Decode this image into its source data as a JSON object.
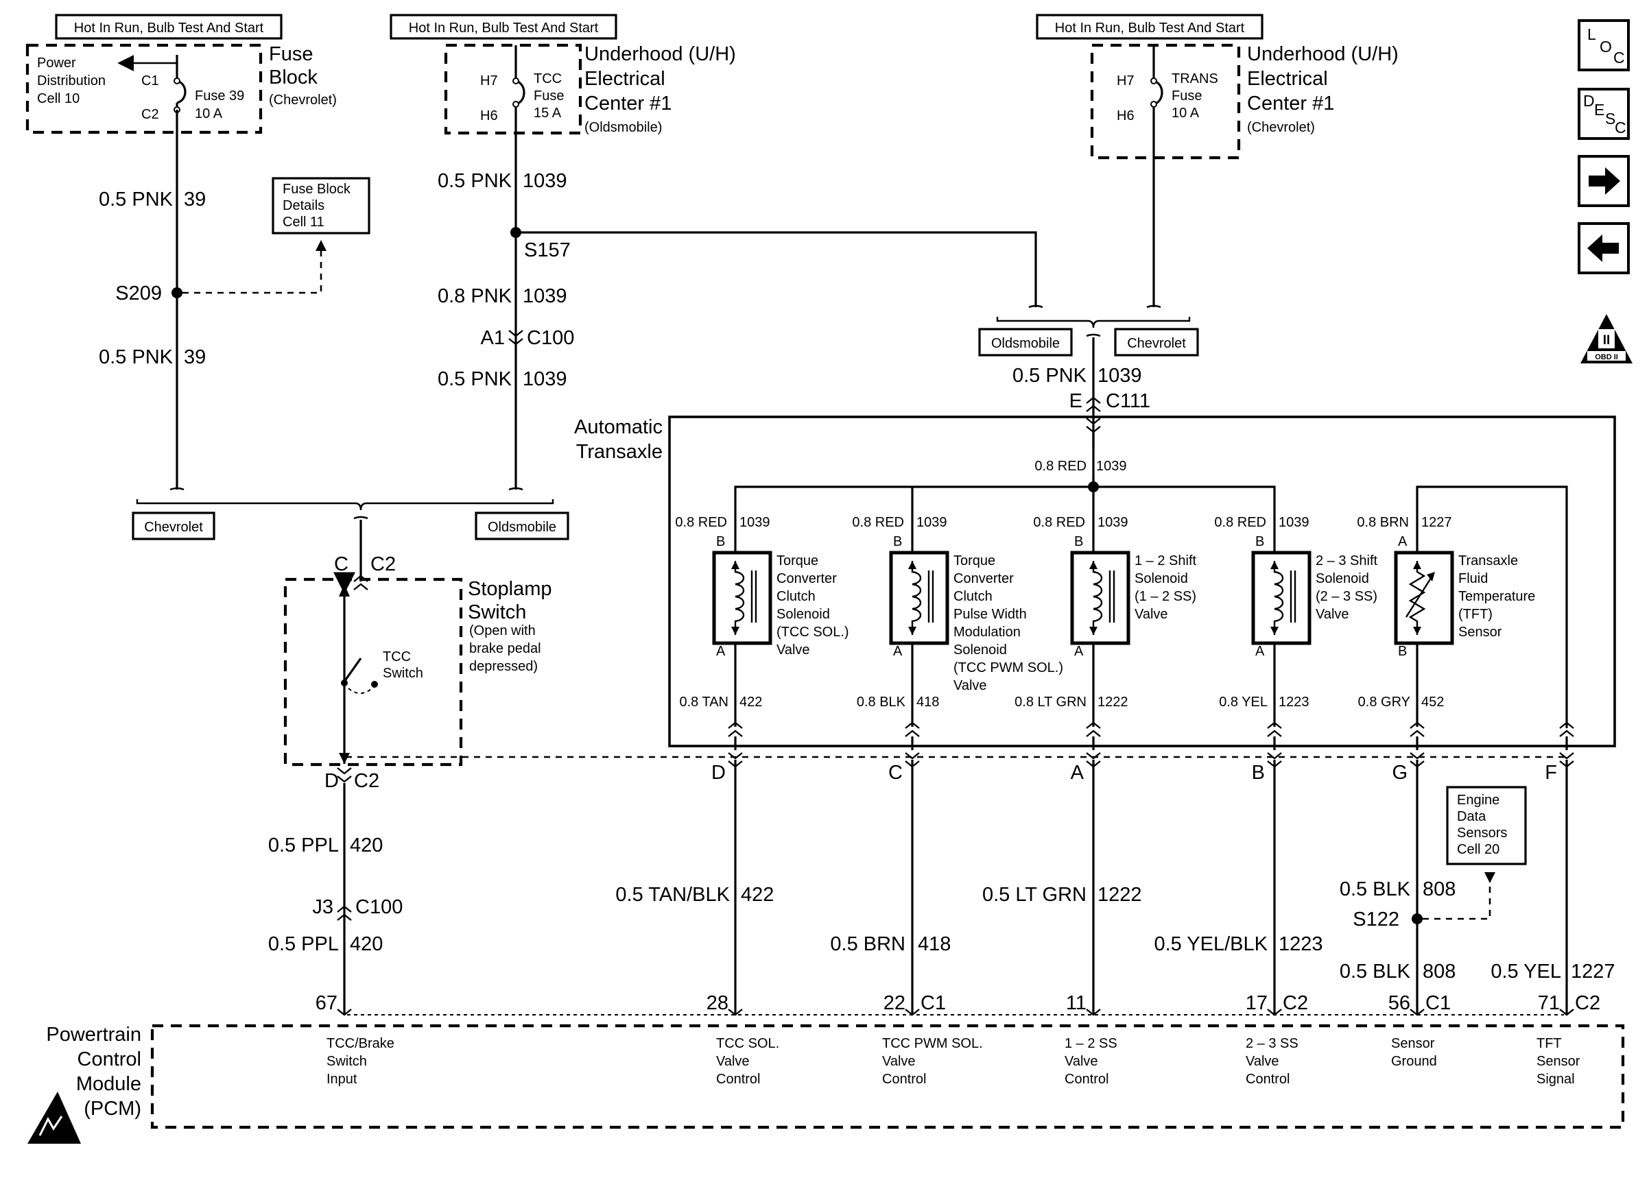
{
  "header_boxes": [
    "Hot In Run, Bulb Test And Start",
    "Hot In Run, Bulb Test And Start",
    "Hot In Run, Bulb Test And Start"
  ],
  "fuse_block": {
    "name": [
      "Fuse",
      "Block"
    ],
    "sub": "(Chevrolet)",
    "pdc": [
      "Power",
      "Distribution",
      "Cell 10"
    ],
    "c1": "C1",
    "c2": "C2",
    "fuse": [
      "Fuse 39",
      "10 A"
    ]
  },
  "uh_olds": {
    "name": [
      "Underhood (U/H)",
      "Electrical",
      "Center #1"
    ],
    "sub": "(Oldsmobile)",
    "h7": "H7",
    "h6": "H6",
    "fuse": [
      "TCC",
      "Fuse",
      "15 A"
    ]
  },
  "uh_chev": {
    "name": [
      "Underhood (U/H)",
      "Electrical",
      "Center #1"
    ],
    "sub": "(Chevrolet)",
    "h7": "H7",
    "h6": "H6",
    "fuse": [
      "TRANS",
      "Fuse",
      "10 A"
    ]
  },
  "wires_left": {
    "w1": [
      "0.5 PNK",
      "39"
    ],
    "splice": "S209",
    "w2": [
      "0.5 PNK",
      "39"
    ],
    "fb_details": [
      "Fuse Block",
      "Details",
      "Cell 11"
    ]
  },
  "wires_mid": {
    "w1": [
      "0.5 PNK",
      "1039"
    ],
    "splice": "S157",
    "w2": [
      "0.8 PNK",
      "1039"
    ],
    "conn": [
      "A1",
      "C100"
    ],
    "w3": [
      "0.5 PNK",
      "1039"
    ]
  },
  "option_labels": {
    "chevrolet": "Chevrolet",
    "oldsmobile": "Oldsmobile"
  },
  "stoplamp": {
    "top_conn": [
      "C",
      "C2"
    ],
    "name": [
      "Stoplamp",
      "Switch"
    ],
    "note": [
      "(Open with",
      "brake pedal",
      "depressed)"
    ],
    "switch": [
      "TCC",
      "Switch"
    ],
    "bot_conn": [
      "D",
      "C2"
    ]
  },
  "left_lower": {
    "w1": [
      "0.5 PPL",
      "420"
    ],
    "conn": [
      "J3",
      "C100"
    ],
    "w2": [
      "0.5 PPL",
      "420"
    ],
    "pin": "67"
  },
  "trans_feed": {
    "wire": [
      "0.5 PNK",
      "1039"
    ],
    "conn": [
      "E",
      "C111"
    ]
  },
  "transaxle": {
    "name": [
      "Automatic",
      "Transaxle"
    ],
    "feed": [
      "0.8 RED",
      "1039"
    ],
    "solenoids": [
      {
        "top": [
          "0.8 RED",
          "1039"
        ],
        "b": "B",
        "a": "A",
        "name": [
          "Torque",
          "Converter",
          "Clutch",
          "Solenoid",
          "(TCC SOL.)",
          "Valve"
        ],
        "bottom": [
          "0.8 TAN",
          "422"
        ]
      },
      {
        "top": [
          "0.8 RED",
          "1039"
        ],
        "b": "B",
        "a": "A",
        "name": [
          "Torque",
          "Converter",
          "Clutch",
          "Pulse Width",
          "Modulation",
          "Solenoid",
          "(TCC PWM SOL.)",
          "Valve"
        ],
        "bottom": [
          "0.8 BLK",
          "418"
        ]
      },
      {
        "top": [
          "0.8 RED",
          "1039"
        ],
        "b": "B",
        "a": "A",
        "name": [
          "1 – 2 Shift",
          "Solenoid",
          "(1 – 2 SS)",
          "Valve"
        ],
        "bottom": [
          "0.8 LT GRN",
          "1222"
        ]
      },
      {
        "top": [
          "0.8 RED",
          "1039"
        ],
        "b": "B",
        "a": "A",
        "name": [
          "2 – 3 Shift",
          "Solenoid",
          "(2 – 3 SS)",
          "Valve"
        ],
        "bottom": [
          "0.8 YEL",
          "1223"
        ]
      },
      {
        "top": [
          "0.8 BRN",
          "1227"
        ],
        "b": "A",
        "a": "B",
        "name": [
          "Transaxle",
          "Fluid",
          "Temperature",
          "(TFT)",
          "Sensor"
        ],
        "bottom": [
          "0.8 GRY",
          "452"
        ]
      }
    ]
  },
  "bottom_pins": [
    "D",
    "C",
    "A",
    "B",
    "G",
    "F"
  ],
  "lower_wires": {
    "tan": [
      "0.5 TAN/BLK",
      "422"
    ],
    "brn": [
      "0.5 BRN",
      "418"
    ],
    "grn": [
      "0.5 LT GRN",
      "1222"
    ],
    "yel": [
      "0.5 YEL/BLK",
      "1223"
    ],
    "blk1": [
      "0.5 BLK",
      "808"
    ],
    "splice": "S122",
    "blk2": [
      "0.5 BLK",
      "808"
    ],
    "yel2": [
      "0.5 YEL",
      "1227"
    ],
    "eds": [
      "Engine",
      "Data",
      "Sensors",
      "Cell 20"
    ]
  },
  "pcm_pins": [
    {
      "num": "67",
      "conn": ""
    },
    {
      "num": "28",
      "conn": ""
    },
    {
      "num": "22",
      "conn": "C1"
    },
    {
      "num": "11",
      "conn": ""
    },
    {
      "num": "17",
      "conn": "C2"
    },
    {
      "num": "56",
      "conn": "C1"
    },
    {
      "num": "71",
      "conn": "C2"
    }
  ],
  "pcm": {
    "name": [
      "Powertrain",
      "Control",
      "Module",
      "(PCM)"
    ],
    "functions": [
      [
        "TCC/Brake",
        "Switch",
        "Input"
      ],
      [
        "TCC SOL.",
        "Valve",
        "Control"
      ],
      [
        "TCC PWM SOL.",
        "Valve",
        "Control"
      ],
      [
        "1 – 2 SS",
        "Valve",
        "Control"
      ],
      [
        "2 – 3 SS",
        "Valve",
        "Control"
      ],
      [
        "Sensor",
        "Ground"
      ],
      [
        "TFT",
        "Sensor",
        "Signal"
      ]
    ]
  },
  "nav": {
    "loc": [
      "L",
      "O",
      "C"
    ],
    "desc": [
      "D",
      "E",
      "S",
      "C"
    ],
    "obd": [
      "II",
      "OBD II"
    ]
  }
}
